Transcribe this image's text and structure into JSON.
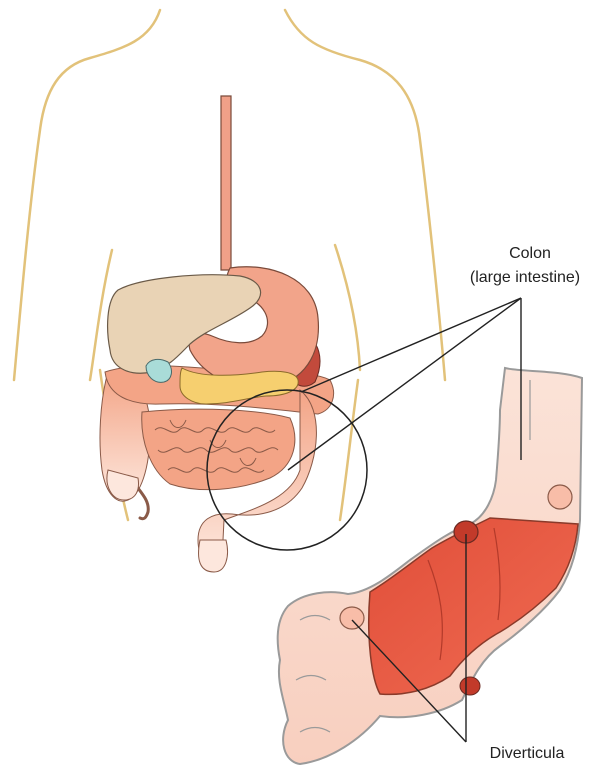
{
  "labels": {
    "colon_line1": "Colon",
    "colon_line2": "(large intestine)",
    "diverticula": "Diverticula"
  },
  "colors": {
    "body_outline": "#e2c27a",
    "esophagus": "#f0a088",
    "liver": "#e9d3b5",
    "stomach": "#f2a48a",
    "spleen": "#c24a3c",
    "pancreas": "#f6cf6f",
    "gallbladder": "#a9dcd8",
    "intestine": "#f3a486",
    "colon_pale": "#f9d9cc",
    "colon_inner": "#e65c45",
    "leader_line": "#222222"
  }
}
